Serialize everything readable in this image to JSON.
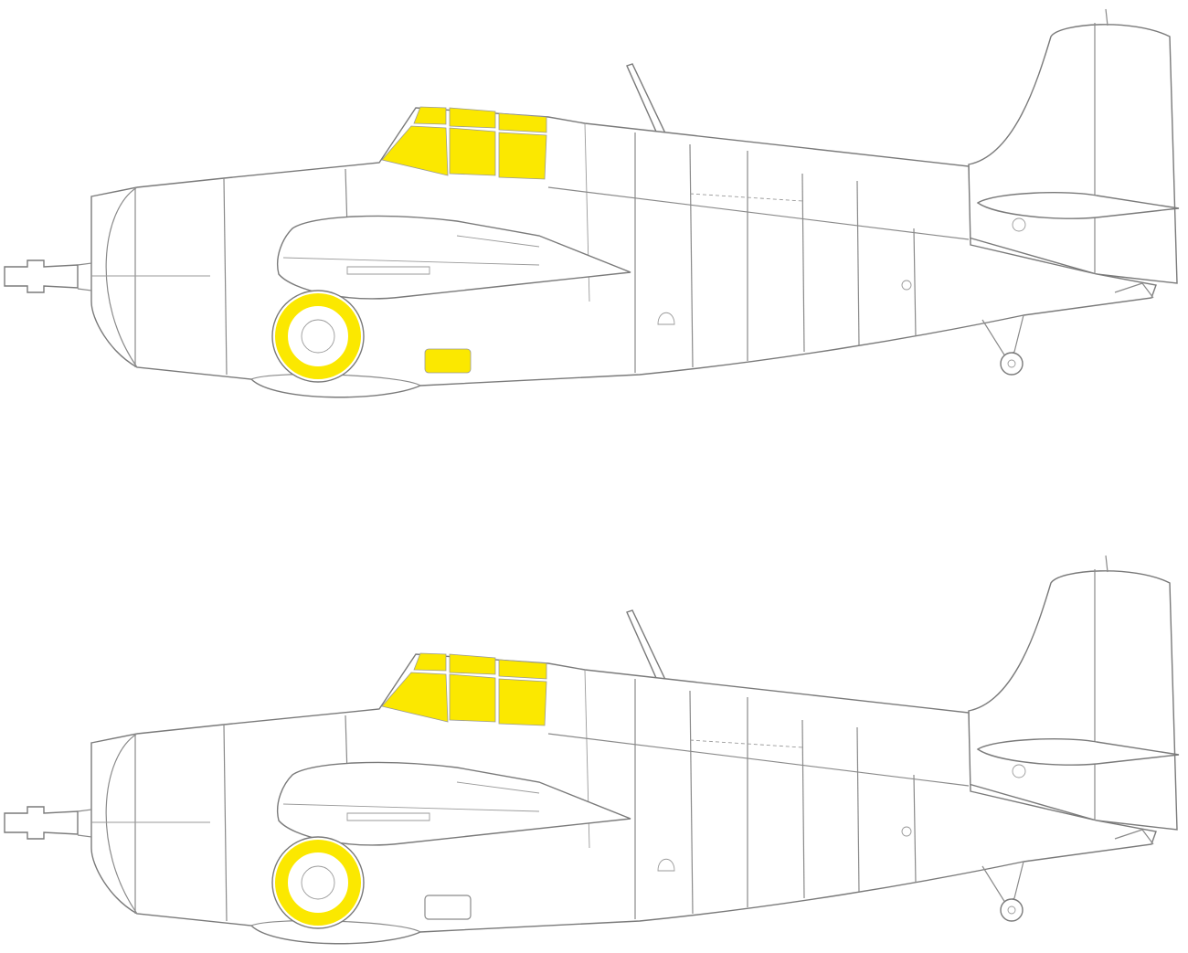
{
  "colors": {
    "mask": "#fbe800",
    "outline": "#7a7a7a"
  },
  "views": [
    {
      "id": "upper",
      "masks": [
        "canopy",
        "wheel",
        "lower-panel"
      ],
      "icon": "aircraft-side-view-icon"
    },
    {
      "id": "lower",
      "masks": [
        "canopy",
        "wheel"
      ],
      "icon": "aircraft-side-view-icon"
    }
  ]
}
